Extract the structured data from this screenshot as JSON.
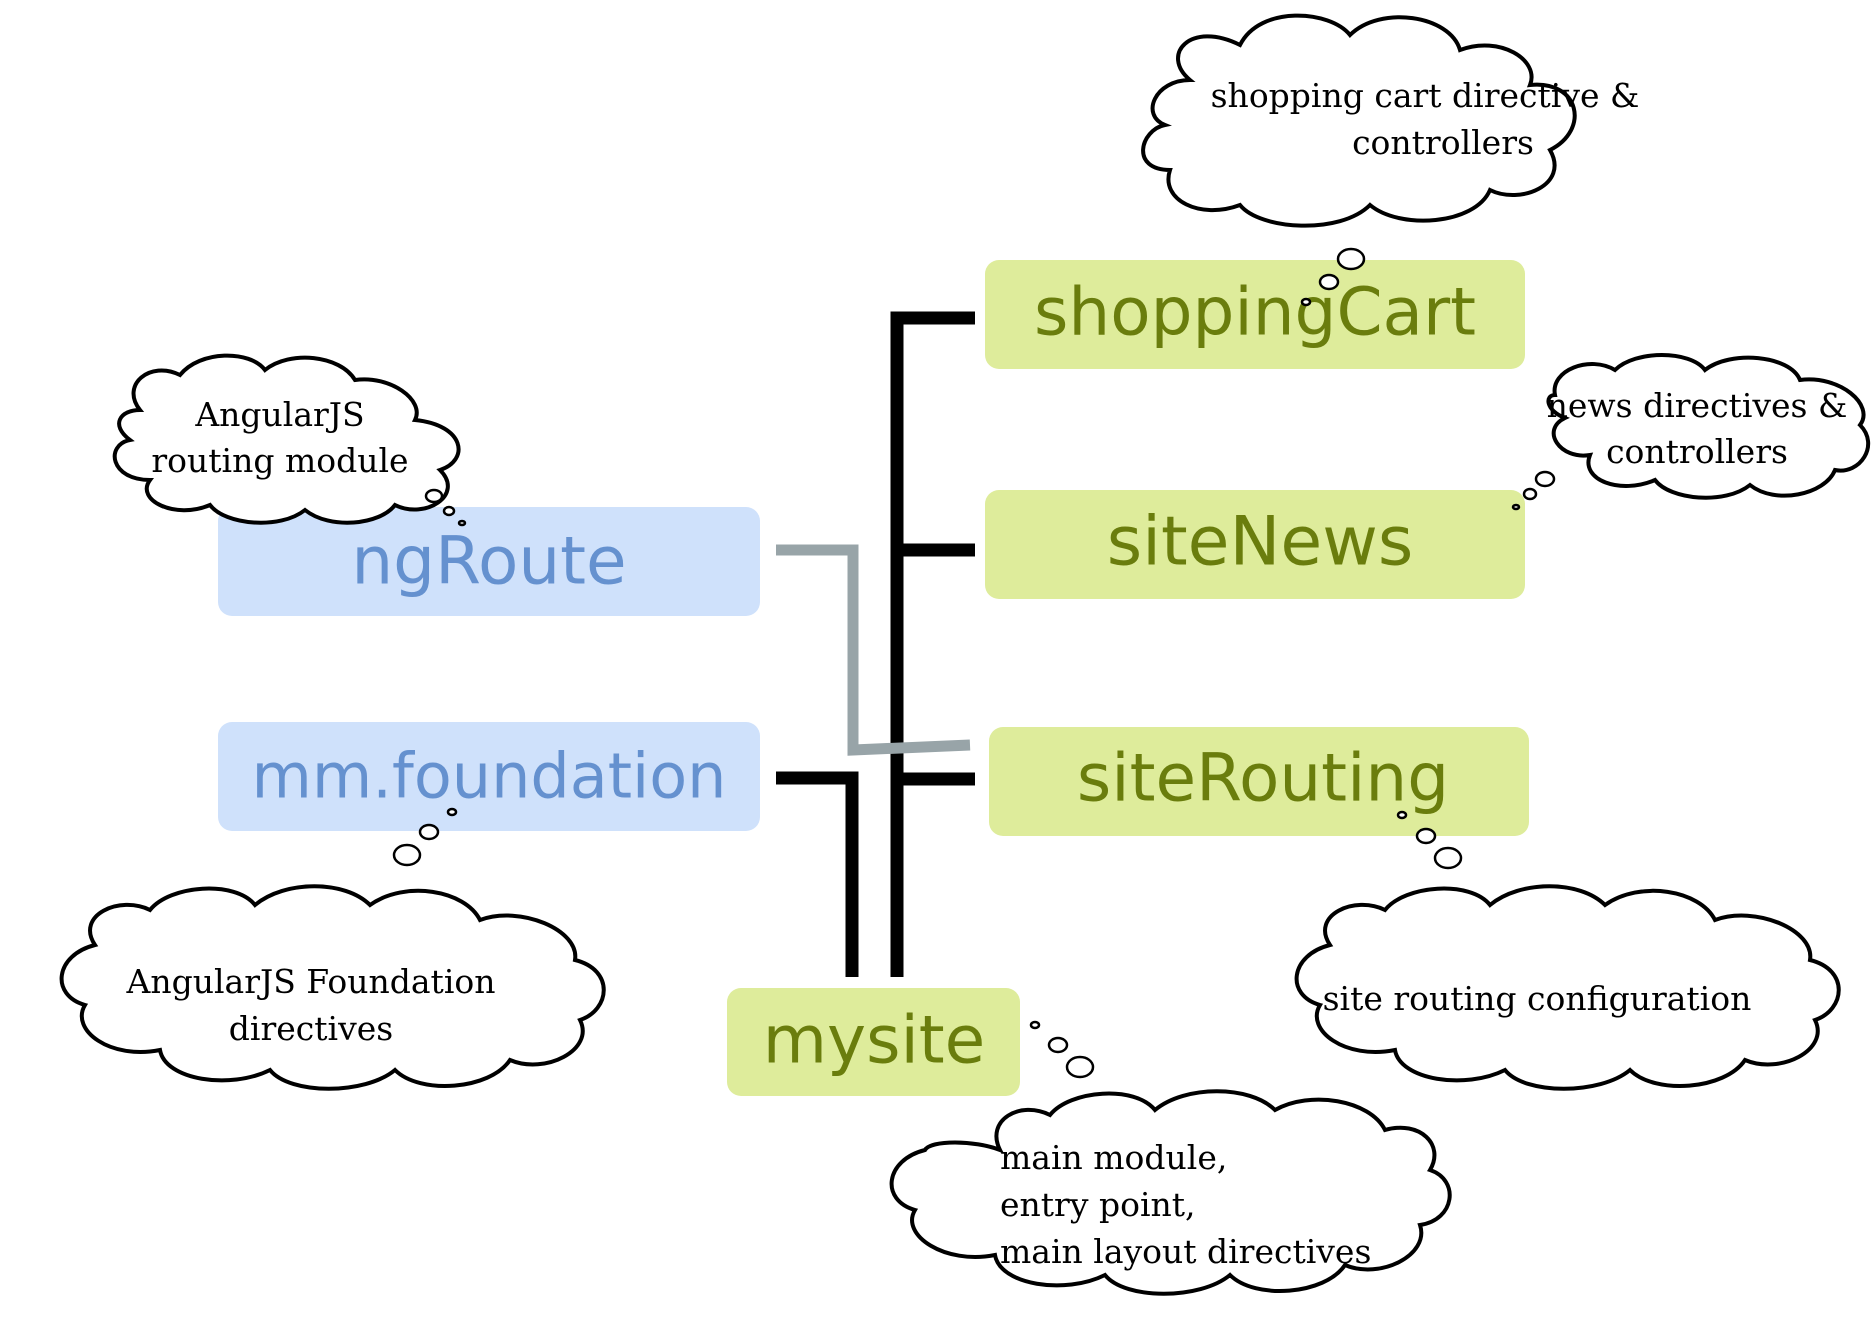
{
  "colors": {
    "external_box": "#cfe1fb",
    "external_text": "#6591cf",
    "app_box": "#deec9b",
    "app_text": "#6a7d0d",
    "link_primary": "#000000",
    "link_secondary": "#98a4a8",
    "cloud_stroke": "#000000",
    "cloud_fill": "#ffffff"
  },
  "modules": {
    "ngroute": "ngRoute",
    "mm_foundation": "mm.foundation",
    "shopping_cart": "shoppingCart",
    "site_news": "siteNews",
    "site_routing": "siteRouting",
    "mysite": "mysite"
  },
  "notes": {
    "shopping_cart": [
      "shopping cart directive &",
      "controllers"
    ],
    "ngroute": [
      "AngularJS",
      "routing module"
    ],
    "site_news": [
      "news directives &",
      "controllers"
    ],
    "mm_foundation": [
      "AngularJS Foundation",
      "directives"
    ],
    "site_routing": [
      "site routing configuration"
    ],
    "mysite": [
      "main module,",
      "entry point,",
      "main layout directives"
    ]
  }
}
